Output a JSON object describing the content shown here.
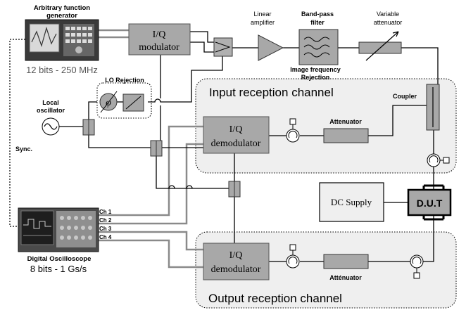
{
  "instruments": {
    "afg_title_line1": "Arbitrary function",
    "afg_title_line2": "generator",
    "afg_spec": "12 bits - 250 MHz",
    "scope_title": "Digital Oscilloscope",
    "scope_spec": "8 bits - 1 Gs/s",
    "scope_channels": [
      "Ch 1",
      "Ch 2",
      "Ch 3",
      "Ch 4"
    ]
  },
  "blocks": {
    "iq_mod_line1": "I/Q",
    "iq_mod_line2": "modulator",
    "iq_demod_line1": "I/Q",
    "iq_demod_line2": "demodulator",
    "dc_supply": "DC Supply",
    "dut": "D.U.T"
  },
  "labels": {
    "linear_amp_line1": "Linear",
    "linear_amp_line2": "amplifier",
    "bpf_line1": "Band-pass",
    "bpf_line2": "filter",
    "var_att_line1": "Variable",
    "var_att_line2": "attenuator",
    "image_rej_line1": "Image frequency",
    "image_rej_line2": "Rejection",
    "lo_rejection": "LO Rejection",
    "local_osc_line1": "Local",
    "local_osc_line2": "oscillator",
    "sync": "Sync.",
    "coupler": "Coupler",
    "attenuator_in": "Attenuator",
    "attenuator_out": "Atténuator"
  },
  "channels": {
    "input": "Input reception channel",
    "output": "Output reception channel"
  },
  "colors": {
    "block_fill": "#a8a8a8",
    "channel_fill": "#efefef",
    "wire_gray": "#8a8a8a",
    "wire_black": "#000000"
  }
}
